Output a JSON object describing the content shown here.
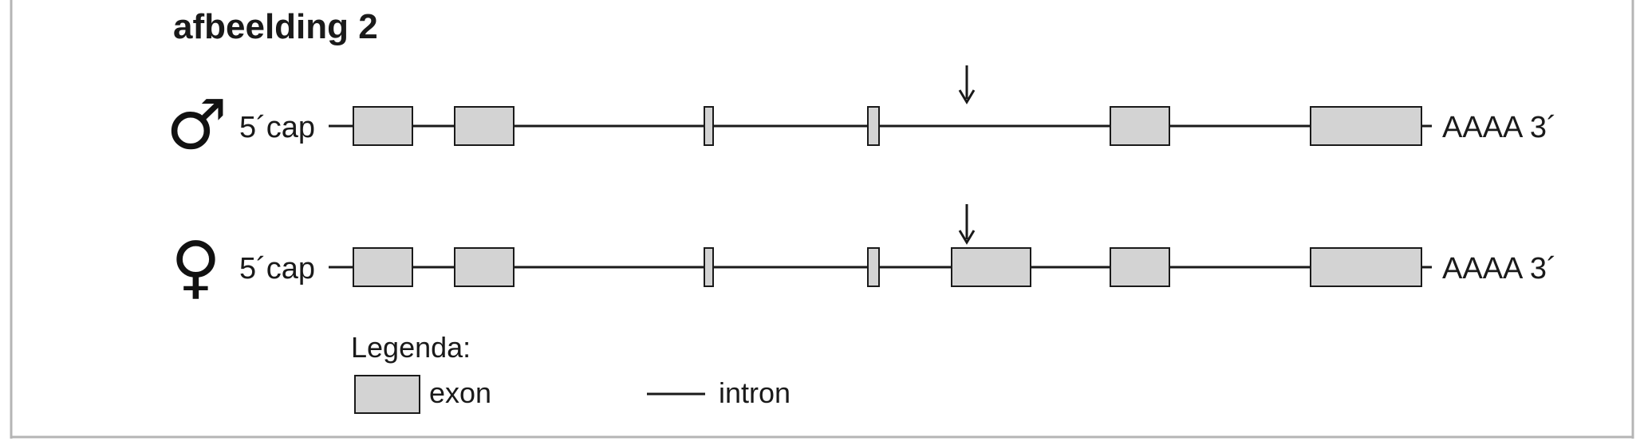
{
  "title": "afbeelding 2",
  "rows": [
    {
      "id": "male",
      "symbol": "♂",
      "symbol_icon": "male-symbol-icon",
      "left_label": "5´cap",
      "right_label": "AAAA 3´",
      "arrow_icon": "down-arrow-icon",
      "arrow_marks": "intron between exon 4 and exon 5 (exon absent)"
    },
    {
      "id": "female",
      "symbol": "♀",
      "symbol_icon": "female-symbol-icon",
      "left_label": "5´cap",
      "right_label": "AAAA 3´",
      "arrow_icon": "down-arrow-icon",
      "arrow_marks": "extra exon present"
    }
  ],
  "legend": {
    "heading": "Legenda:",
    "exon_label": "exon",
    "intron_label": "intron"
  },
  "colors": {
    "exon_fill": "#d3d3d3",
    "stroke": "#1a1a1a",
    "frame_border": "#b5b5b5"
  }
}
